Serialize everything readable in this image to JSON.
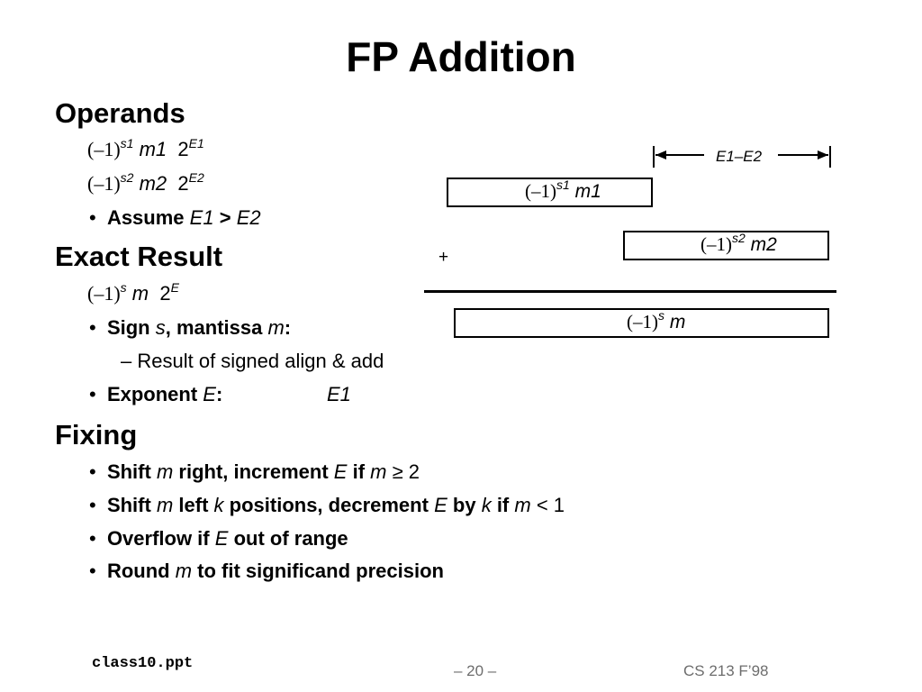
{
  "slide": {
    "title": "FP Addition",
    "operands": {
      "heading": "Operands",
      "line1": {
        "paren": "(–1)",
        "exp": "s1",
        "mant": "m1",
        "two": "2",
        "e": "E1"
      },
      "line2": {
        "paren": "(–1)",
        "exp": "s2",
        "mant": "m2",
        "two": "2",
        "e": "E2"
      },
      "assume": {
        "word": "Assume",
        "lhs": "E1",
        "op": ">",
        "rhs": "E2"
      }
    },
    "exact": {
      "heading": "Exact Result",
      "line": {
        "paren": "(–1)",
        "exp": "s",
        "mant": "m",
        "two": "2",
        "e": "E"
      },
      "sign": {
        "a": "Sign",
        "s": "s",
        "b": ", mantissa",
        "m": "m",
        "c": ":"
      },
      "sub": "Result of signed align & add",
      "exponent": {
        "a": "Exponent",
        "E": "E",
        "b": ":",
        "val": "E1"
      }
    },
    "fixing": {
      "heading": "Fixing",
      "b1": {
        "a": "Shift",
        "m": "m",
        "b": "right, increment",
        "E": "E",
        "c": "if",
        "m2": "m",
        "d": "≥ 2"
      },
      "b2": {
        "a": "Shift",
        "m": "m",
        "b": "left",
        "k": "k",
        "c": "positions, decrement",
        "E": "E",
        "d": "by",
        "k2": "k",
        "e": "if",
        "m2": "m",
        "f": "< 1"
      },
      "b3": {
        "a": "Overflow if",
        "E": "E",
        "b": "out of range"
      },
      "b4": {
        "a": "Round",
        "m": "m",
        "b": "to fit significand precision"
      }
    },
    "diagram": {
      "shift_label": "E1–E2",
      "box1": {
        "paren": "(–1)",
        "exp": "s1",
        "mant": "m1"
      },
      "box2": {
        "paren": "(–1)",
        "exp": "s2",
        "mant": "m2"
      },
      "plus": "+",
      "box3": {
        "paren": "(–1)",
        "exp": "s",
        "mant": "m"
      }
    },
    "footer": {
      "file": "class10.ppt",
      "page": "– 20 –",
      "course": "CS 213 F’98"
    },
    "bullet": "•",
    "dash": "–"
  }
}
